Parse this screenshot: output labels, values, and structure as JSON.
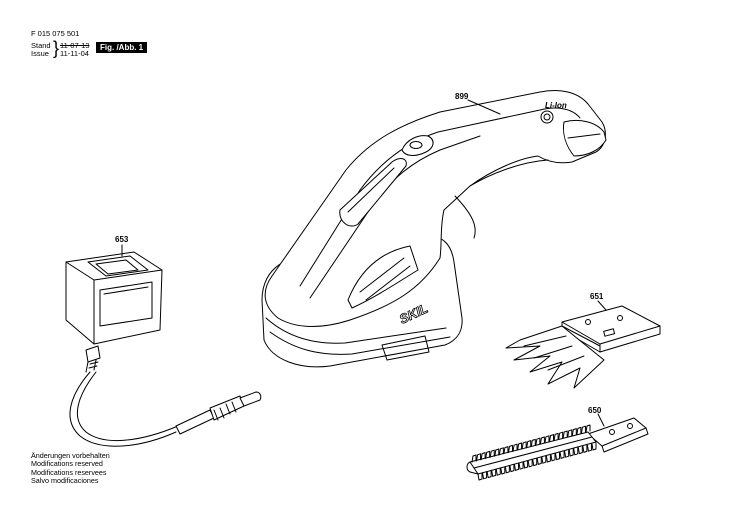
{
  "header": {
    "doc_number": "F 015 075 501",
    "stand_label": "Stand",
    "issue_label": "Issue",
    "stand_date": "11-07-13",
    "issue_date": "11-11-04",
    "figure": "Fig. /Abb. 1"
  },
  "parts": [
    {
      "number": "899",
      "name": "shear body"
    },
    {
      "number": "653",
      "name": "charger"
    },
    {
      "number": "651",
      "name": "grass blade"
    },
    {
      "number": "650",
      "name": "hedge blade"
    }
  ],
  "logos": {
    "brand": "SKIL",
    "battery": "Li-Ion"
  },
  "modifications": [
    "Änderungen vorbehalten",
    "Modifications reserved",
    "Modifications reservees",
    "Salvo modificaciones"
  ]
}
